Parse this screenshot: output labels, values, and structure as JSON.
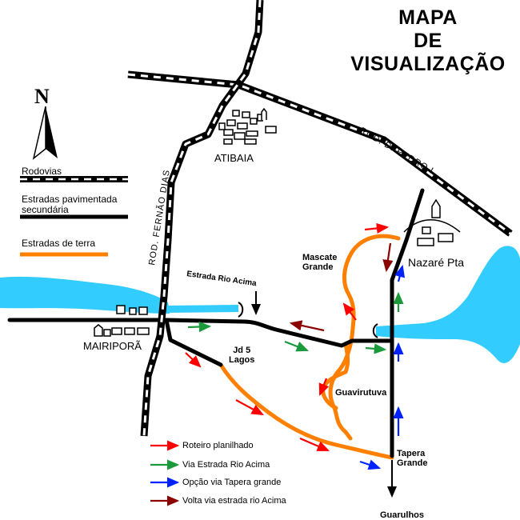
{
  "map": {
    "title_lines": [
      "MAPA",
      "DE",
      "VISUALIZAÇÃO"
    ],
    "north_label": "N",
    "legend": {
      "highways": "Rodovias",
      "paved_secondary_line1": "Estradas pavimentada",
      "paved_secondary_line2": "secundária",
      "dirt_roads": "Estradas de terra"
    },
    "places": {
      "atibaia": "ATIBAIA",
      "mairipora": "MAIRIPORÃ",
      "nazare": "Nazaré Pta",
      "mascate_line1": "Mascate",
      "mascate_line2": "Grande",
      "jd5_line1": "Jd 5",
      "jd5_line2": "Lagos",
      "guavirutuva": "Guavirutuva",
      "tapera_line1": "Tapera",
      "tapera_line2": "Grande",
      "guarulhos": "Guarulhos"
    },
    "roads": {
      "rod_dom_pedro": "ROD. D. PEDRO I",
      "rod_fernao_dias": "ROD. FERNÃO DIAS",
      "estrada_rio_acima": "Estrada Rio Acima"
    },
    "route_legend": [
      {
        "label": "Roteiro planilhado",
        "color": "#ff0000"
      },
      {
        "label": "Via Estrada Rio Acima",
        "color": "#1a9a3a"
      },
      {
        "label": "Opção via Tapera grande",
        "color": "#0022ff"
      },
      {
        "label": "Volta via estrada rio Acima",
        "color": "#8b0000"
      }
    ],
    "colors": {
      "highway": "#000000",
      "paved": "#000000",
      "dirt": "#ff8000",
      "water": "#33ccff"
    }
  }
}
